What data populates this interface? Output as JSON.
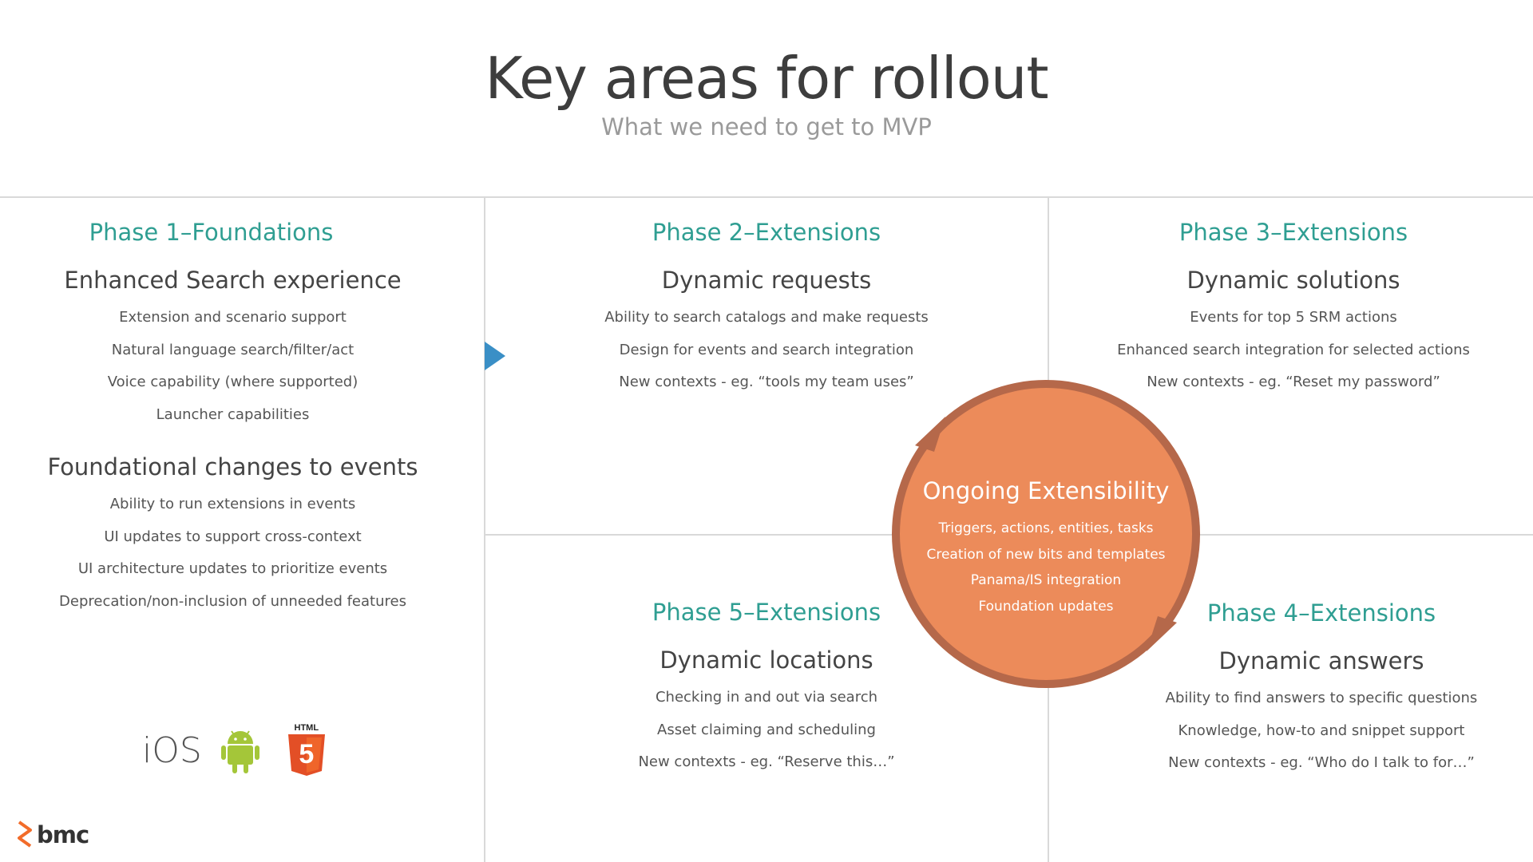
{
  "header": {
    "title": "Key areas for rollout",
    "subtitle": "What we need to get to MVP"
  },
  "phases": [
    {
      "title": "Phase 1–Foundations",
      "groups": [
        {
          "heading": "Enhanced Search experience",
          "items": [
            "Extension and scenario support",
            "Natural language search/filter/act",
            "Voice capability (where supported)",
            "Launcher capabilities"
          ]
        },
        {
          "heading": "Foundational changes to events",
          "items": [
            "Ability to run extensions in events",
            "UI updates to support cross-context",
            "UI architecture updates to prioritize events",
            "Deprecation/non-inclusion of unneeded features"
          ]
        }
      ]
    },
    {
      "title": "Phase 2–Extensions",
      "heading": "Dynamic requests",
      "items": [
        "Ability to search catalogs and make requests",
        "Design for events and search integration",
        "New contexts - eg. “tools my team uses”"
      ]
    },
    {
      "title": "Phase 3–Extensions",
      "heading": "Dynamic solutions",
      "items": [
        "Events for top 5 SRM actions",
        "Enhanced search integration for selected actions",
        "New contexts - eg. “Reset my password”"
      ]
    },
    {
      "title": "Phase 4–Extensions",
      "heading": "Dynamic answers",
      "items": [
        "Ability to find answers to specific questions",
        "Knowledge, how-to and snippet support",
        "New contexts - eg. “Who do I talk to for…”"
      ]
    },
    {
      "title": "Phase 5–Extensions",
      "heading": "Dynamic locations",
      "items": [
        "Checking in and out via search",
        "Asset claiming and scheduling",
        "New contexts - eg. “Reserve this…”"
      ]
    }
  ],
  "center": {
    "title": "Ongoing Extensibility",
    "items": [
      "Triggers, actions, entities, tasks",
      "Creation of new bits and templates",
      "Panama/IS integration",
      "Foundation  updates"
    ]
  },
  "platforms": {
    "ios": "iOS",
    "html_badge": "HTML",
    "html_number": "5"
  },
  "brand": {
    "name": "bmc"
  },
  "colors": {
    "accent": "#2f9e92",
    "circle_fill": "#ec8b5a",
    "circle_ring": "#b5684a",
    "arrow_blue": "#3a8fc6",
    "android_green": "#a4c639",
    "html5_orange": "#e34f26",
    "bmc_orange": "#f26c2a"
  },
  "icons": [
    "play-arrow-icon",
    "android-icon",
    "html5-icon",
    "bmc-logo-icon",
    "cycle-arrow-icon"
  ]
}
